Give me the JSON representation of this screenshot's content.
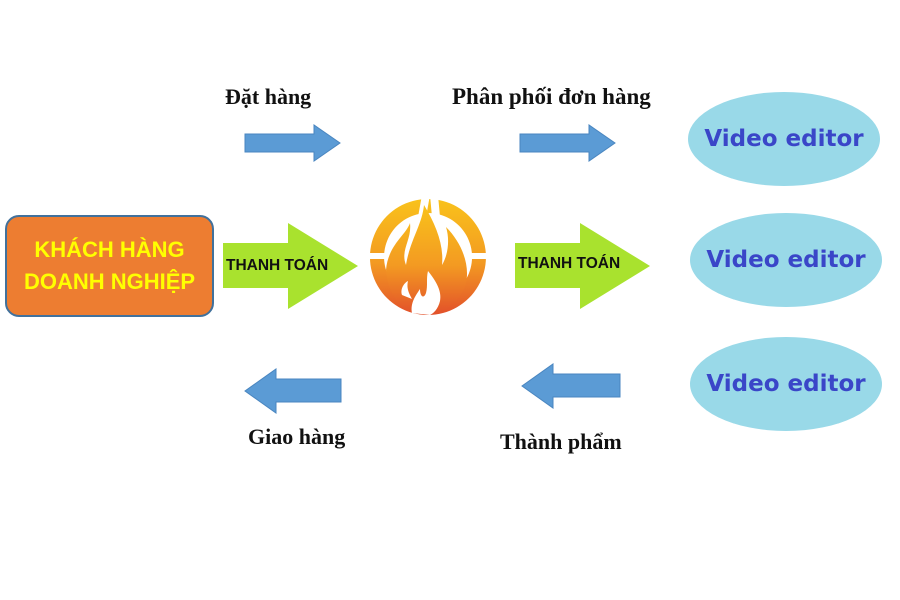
{
  "customer": {
    "line1": "KHÁCH HÀNG",
    "line2": "DOANH NGHIỆP"
  },
  "hub": {
    "icon": "flame-logo-icon"
  },
  "flows": {
    "order": {
      "label": "Đặt hàng",
      "direction": "right"
    },
    "distribute": {
      "label": "Phân phối đơn hàng",
      "direction": "right"
    },
    "payment_in": {
      "label": "THANH TOÁN",
      "direction": "right"
    },
    "payment_out": {
      "label": "THANH TOÁN",
      "direction": "right"
    },
    "delivery": {
      "label": "Giao hàng",
      "direction": "left"
    },
    "product": {
      "label": "Thành phẩm",
      "direction": "left"
    }
  },
  "editors": [
    {
      "label": "Video editor"
    },
    {
      "label": "Video editor"
    },
    {
      "label": "Video editor"
    }
  ],
  "colors": {
    "customer_fill": "#ed7d31",
    "customer_text": "#ffff00",
    "blue_arrow": "#5b9bd5",
    "green_arrow": "#a9e22e",
    "ellipse_fill": "#99d9e8",
    "ellipse_text": "#3a46c8"
  }
}
